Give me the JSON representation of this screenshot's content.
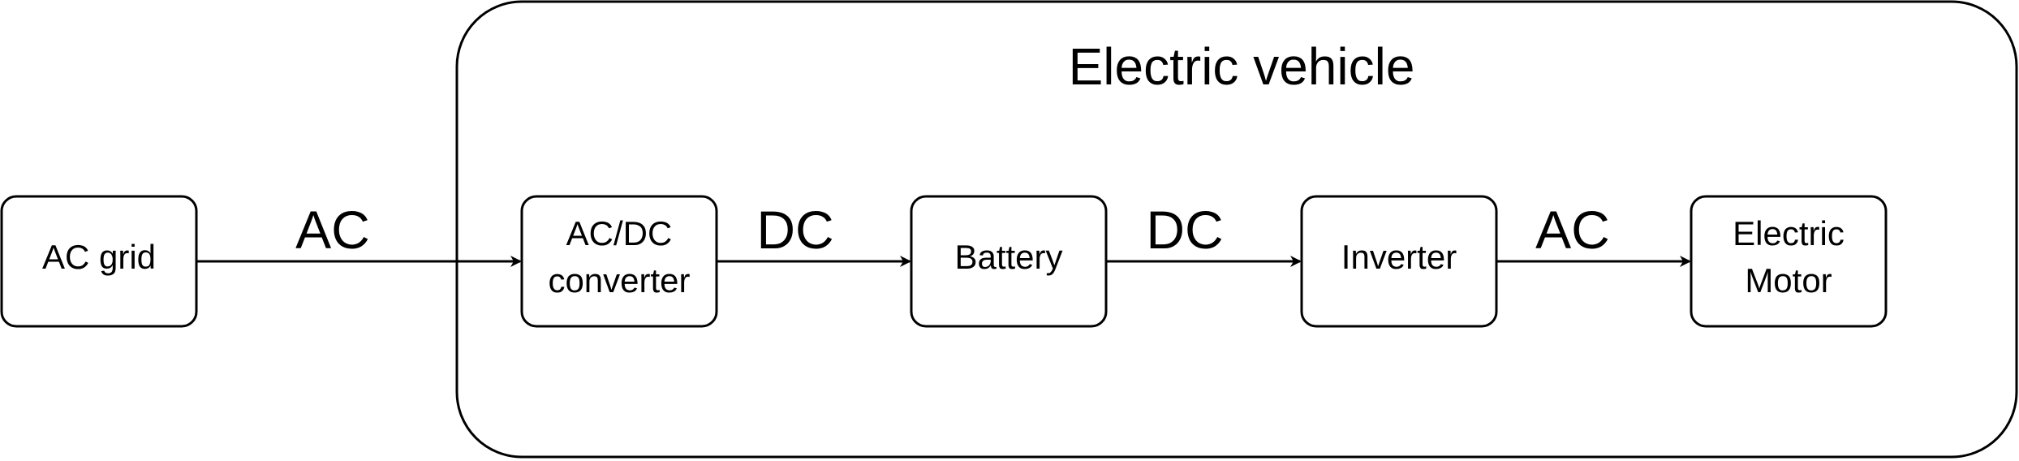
{
  "diagram": {
    "container": {
      "title": "Electric vehicle"
    },
    "nodes": {
      "ac_grid": {
        "lines": [
          "AC grid"
        ]
      },
      "acdc_converter": {
        "lines": [
          "AC/DC",
          "converter"
        ]
      },
      "battery": {
        "lines": [
          "Battery"
        ]
      },
      "inverter": {
        "lines": [
          "Inverter"
        ]
      },
      "electric_motor": {
        "lines": [
          "Electric",
          "Motor"
        ]
      }
    },
    "edges": {
      "grid_to_converter": "AC",
      "converter_to_battery": "DC",
      "battery_to_inverter": "DC",
      "inverter_to_motor": "AC"
    }
  },
  "colors": {
    "stroke": "#000000",
    "fill": "#ffffff",
    "text": "#000000"
  }
}
